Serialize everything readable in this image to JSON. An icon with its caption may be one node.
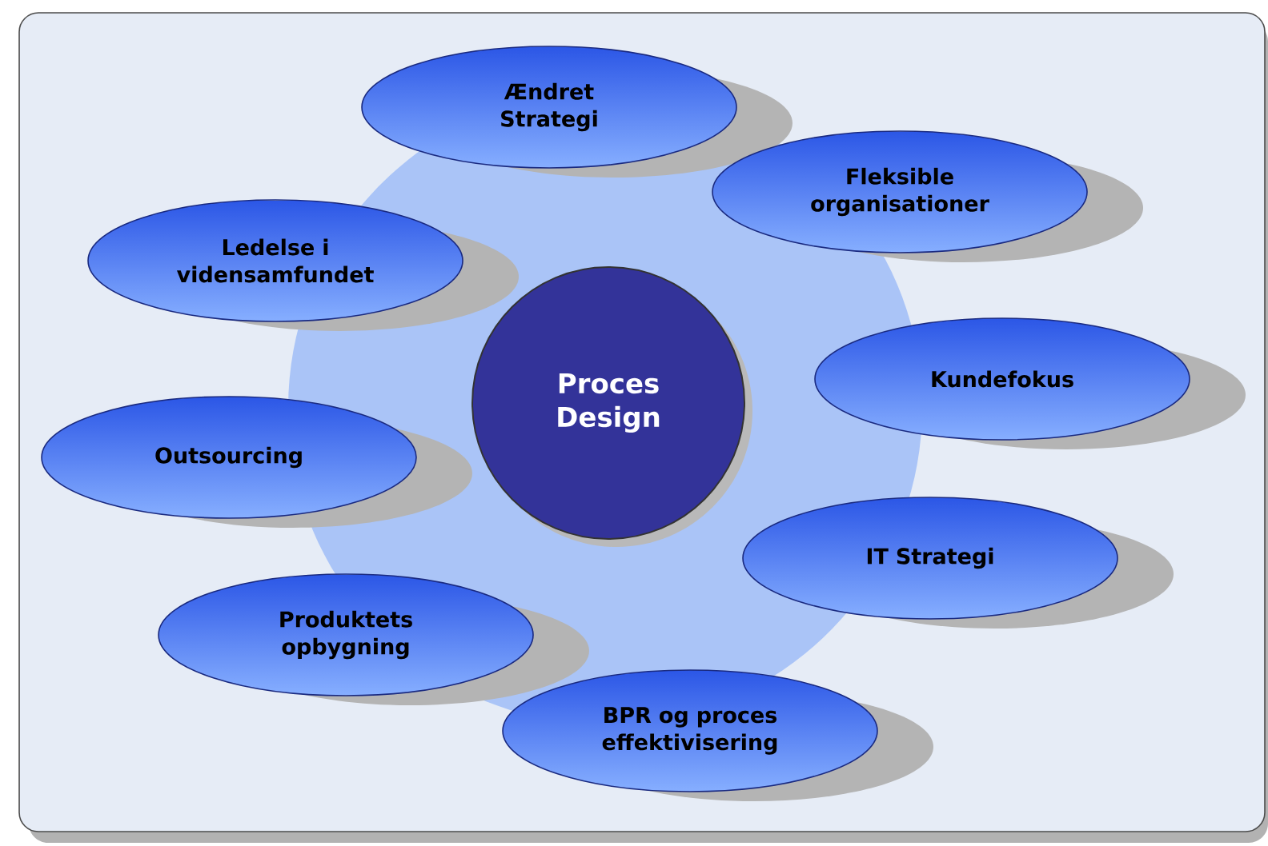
{
  "diagram": {
    "nodes": [
      {
        "text": [
          "Proces Design"
        ]
      },
      {
        "text": [
          "Ændret Strategi"
        ]
      },
      {
        "text": [
          "Fleksible organisationer"
        ]
      },
      {
        "text": [
          "Ledelse i vidensamfundet"
        ]
      },
      {
        "text": [
          "Kundefokus"
        ]
      },
      {
        "text": [
          "Outsourcing"
        ]
      },
      {
        "text": [
          "IT Strategi"
        ]
      },
      {
        "text": [
          "Produktets opbygning"
        ]
      },
      {
        "text": [
          "BPR og proces effektivisering"
        ]
      }
    ]
  }
}
